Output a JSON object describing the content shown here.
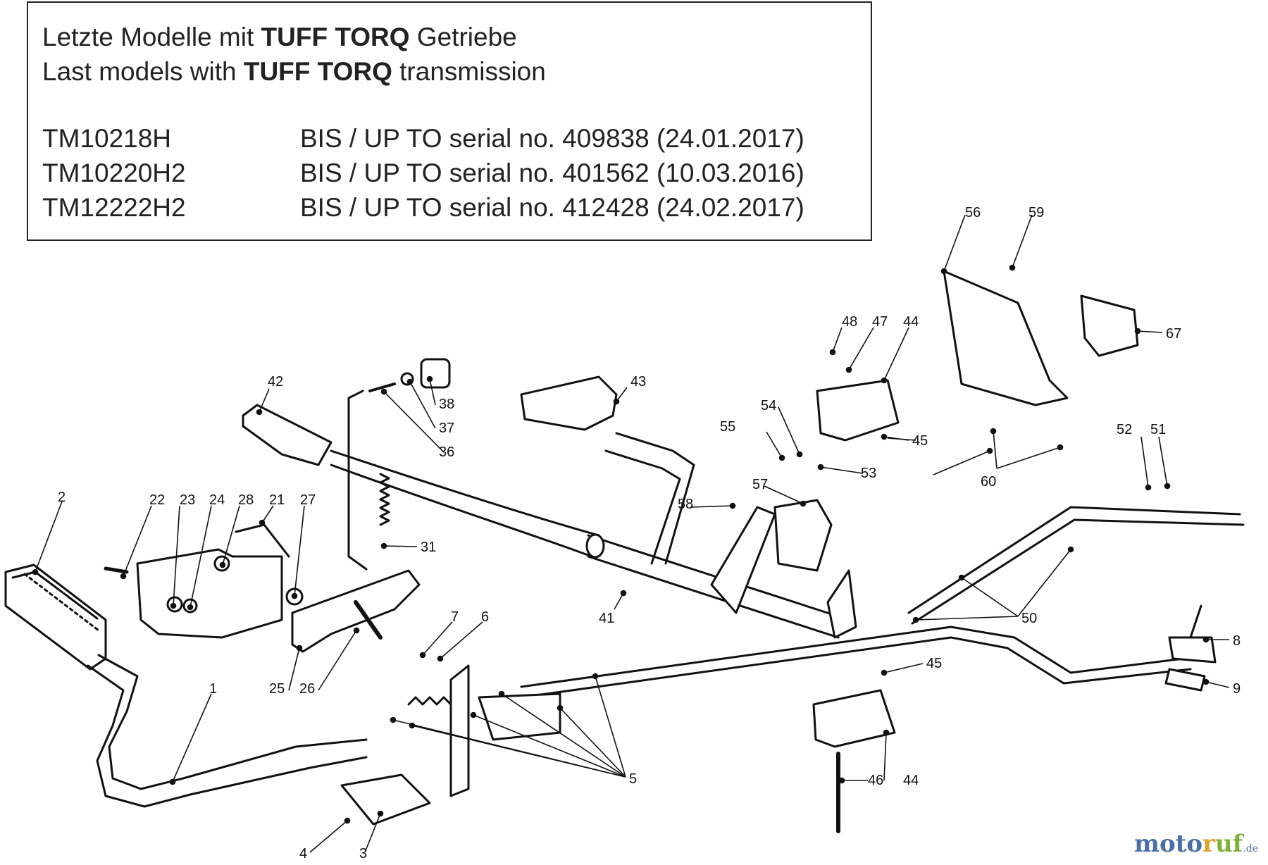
{
  "header": {
    "line1": {
      "pre": "Letzte Modelle mit ",
      "bold": "TUFF TORQ",
      "post": " Getriebe"
    },
    "line2": {
      "pre": "Last models with ",
      "bold": "TUFF TORQ",
      "post": " transmission"
    }
  },
  "models": [
    {
      "model": "TM10218H",
      "serial": "BIS / UP TO serial no. 409838 (24.01.2017)"
    },
    {
      "model": "TM10220H2",
      "serial": "BIS / UP TO serial no. 401562 (10.03.2016)"
    },
    {
      "model": "TM12222H2",
      "serial": "BIS / UP TO serial no. 412428 (24.02.2017)"
    }
  ],
  "callouts": [
    "1",
    "2",
    "3",
    "4",
    "5",
    "6",
    "7",
    "8",
    "9",
    "21",
    "22",
    "23",
    "24",
    "25",
    "26",
    "27",
    "28",
    "31",
    "36",
    "37",
    "38",
    "41",
    "42",
    "43",
    "44",
    "45",
    "46",
    "47",
    "48",
    "50",
    "51",
    "52",
    "53",
    "54",
    "55",
    "56",
    "57",
    "58",
    "59",
    "60",
    "67"
  ],
  "watermark": {
    "a": "moto",
    "b": "r",
    "c": "uf",
    "d": ".de"
  }
}
